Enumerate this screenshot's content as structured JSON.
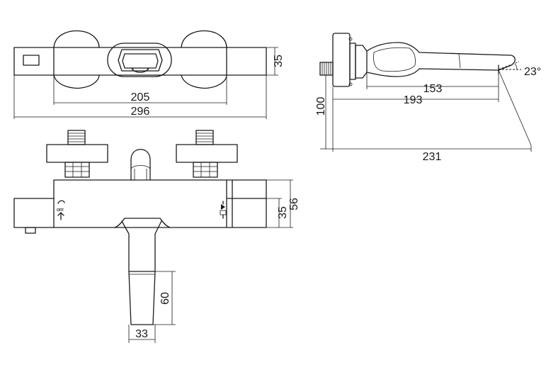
{
  "dimensions": {
    "top_height": "35",
    "handle_span": "205",
    "body_length": "296",
    "front_height_inner": "35",
    "front_height_total": "56",
    "spout_length": "60",
    "spout_width": "33",
    "side_inner": "153",
    "side_mid": "193",
    "side_total": "231",
    "side_height": "100",
    "spout_angle": "23°"
  },
  "labels": {
    "off_mark": "OFF"
  }
}
